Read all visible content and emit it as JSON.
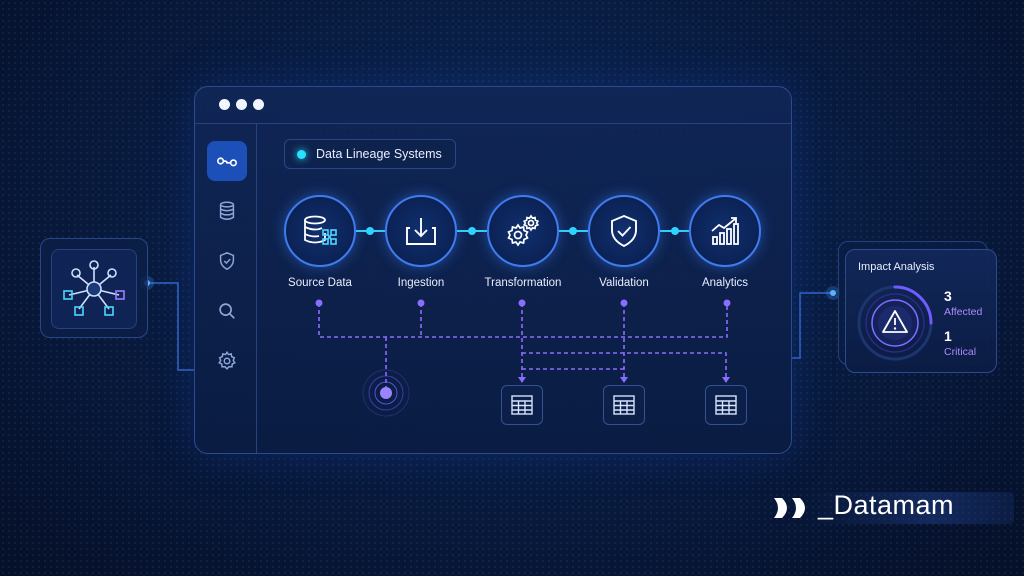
{
  "window": {
    "title": "Data Lineage Systems"
  },
  "sidebar": {
    "items": [
      {
        "name": "lineage",
        "icon": "lineage-icon",
        "active": true
      },
      {
        "name": "database",
        "icon": "database-icon",
        "active": false
      },
      {
        "name": "security",
        "icon": "shield-icon",
        "active": false
      },
      {
        "name": "search",
        "icon": "search-icon",
        "active": false
      },
      {
        "name": "settings",
        "icon": "gear-icon",
        "active": false
      }
    ]
  },
  "pipeline": {
    "stages": [
      {
        "label": "Source Data",
        "icon": "database-grid-icon"
      },
      {
        "label": "Ingestion",
        "icon": "download-tray-icon"
      },
      {
        "label": "Transformation",
        "icon": "gears-icon"
      },
      {
        "label": "Validation",
        "icon": "shield-check-icon"
      },
      {
        "label": "Analytics",
        "icon": "chart-up-icon"
      }
    ]
  },
  "impact": {
    "title": "Impact Analysis",
    "affected_count": "3",
    "affected_label": "Affected",
    "critical_count": "1",
    "critical_label": "Critical"
  },
  "brand": {
    "name": "_Datamam"
  },
  "colors": {
    "background": "#081a3d",
    "accent_cyan": "#28e0ff",
    "accent_blue": "#3f7cf0",
    "accent_purple": "#8b6cff"
  }
}
